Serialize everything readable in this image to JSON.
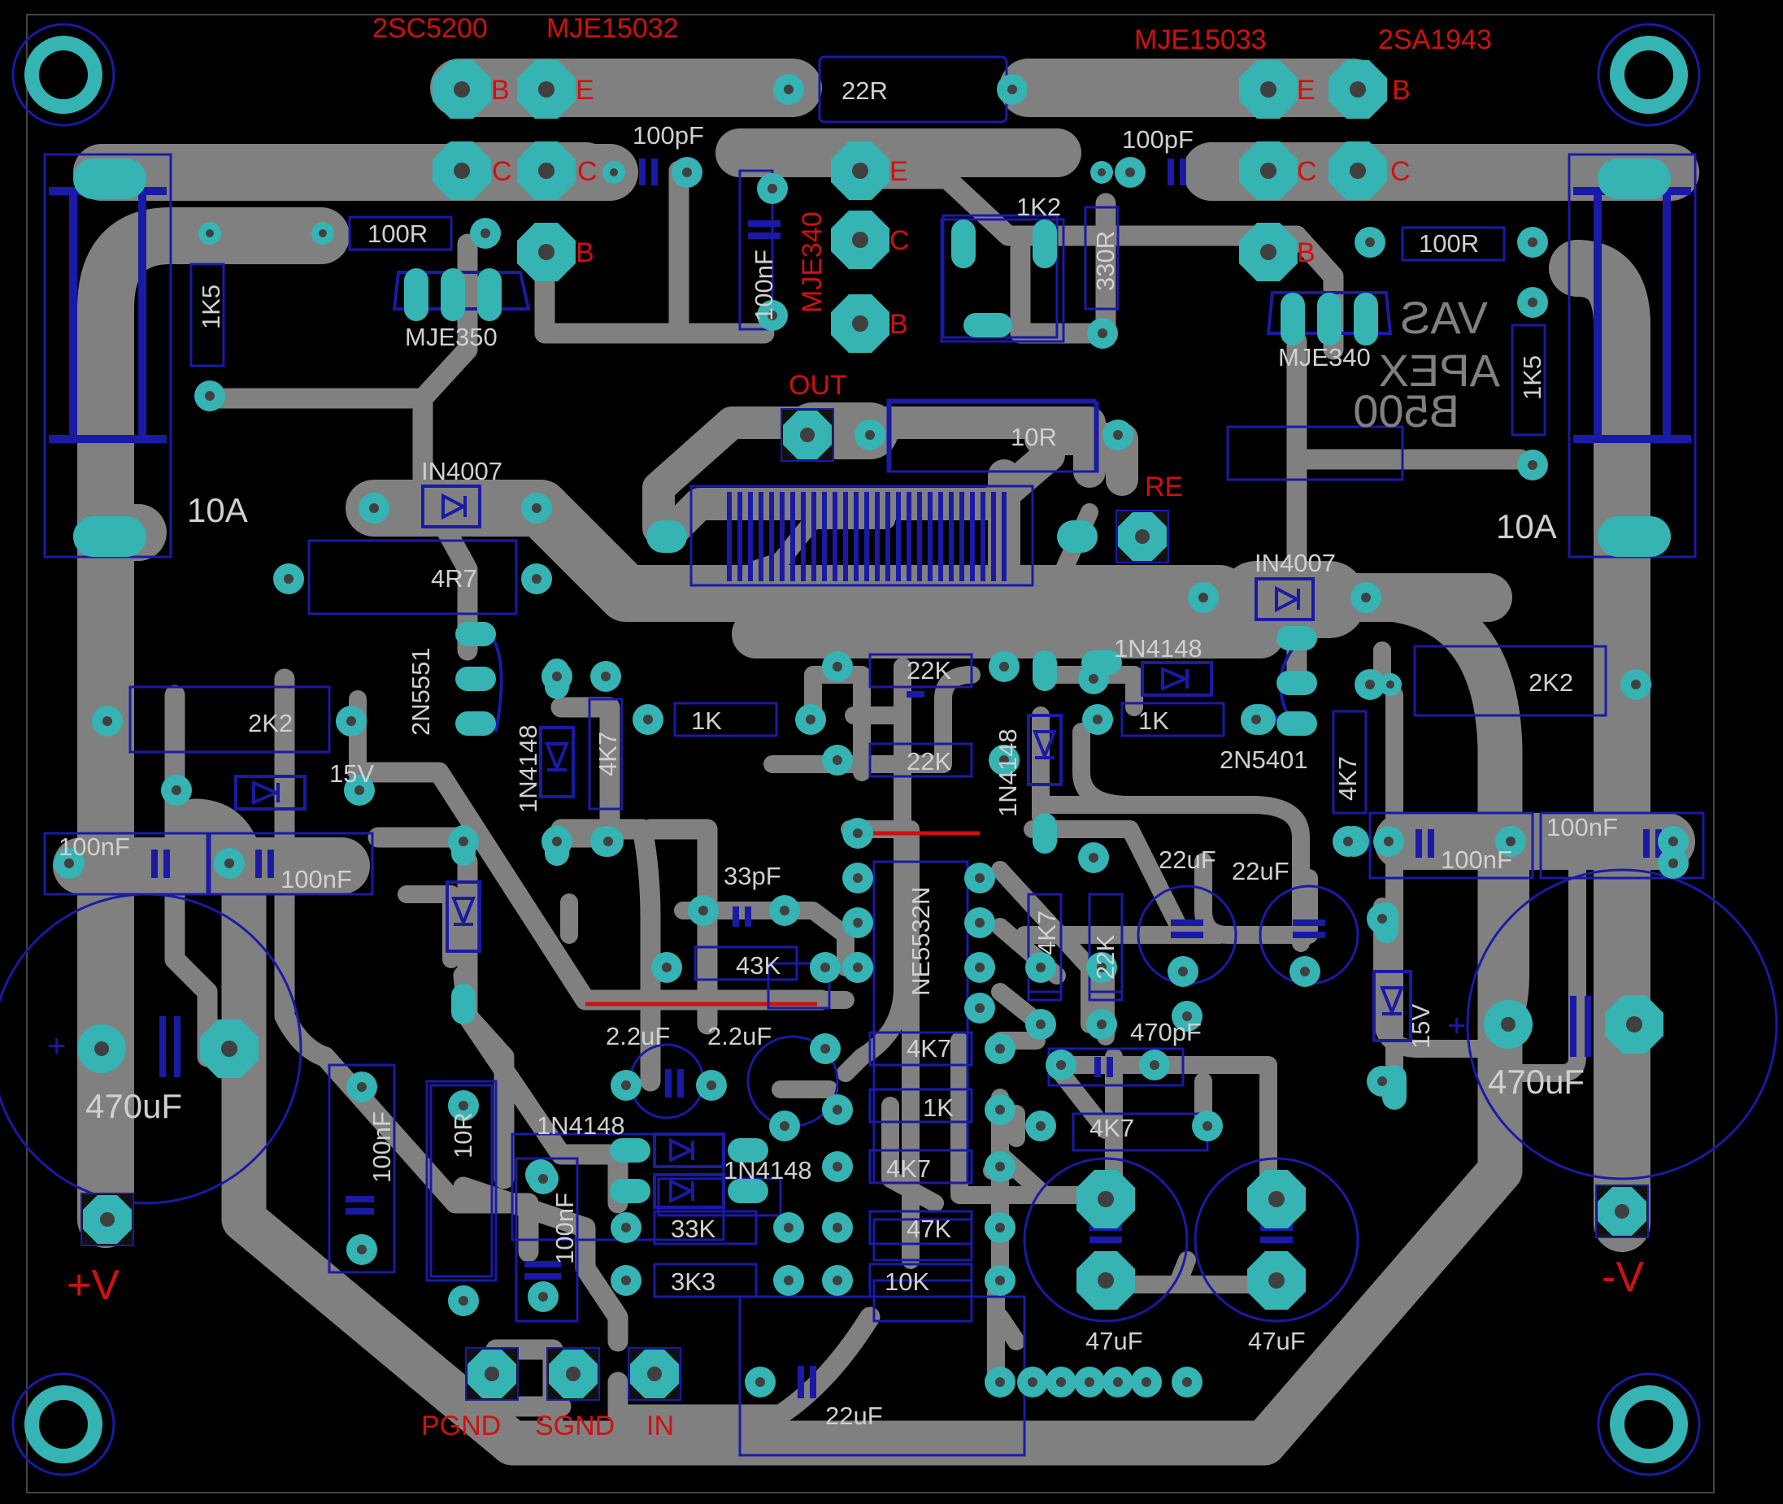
{
  "colors": {
    "background": "#000000",
    "trace": "#808080",
    "pad": "#36b3b3",
    "outline": "#1a1aa6",
    "silk": "#d0d0d0",
    "red": "#d01010"
  },
  "labels": {
    "q_2sc5200": "2SC5200",
    "q_mje15032": "MJE15032",
    "q_mje15033": "MJE15033",
    "q_2sa1943": "2SA1943",
    "r_22r": "22R",
    "c_100pf": "100pF",
    "r_100r": "100R",
    "r_1k5": "1K5",
    "q_mje350": "MJE350",
    "c_100nf": "100nF",
    "q_mje340": "MJE340",
    "r_1k2": "1K2",
    "r_330r": "330R",
    "vas": "VAS",
    "apex": "APEX",
    "b500": "B500",
    "out": "OUT",
    "r_10r": "10R",
    "re": "RE",
    "fuse_10a": "10A",
    "d_in4007": "IN4007",
    "r_4r7": "4R7",
    "q_2n5551": "2N5551",
    "d_1n4148": "1N4148",
    "r_22k": "22K",
    "r_2k2": "2K2",
    "r_1k": "1K",
    "r_4k7": "4K7",
    "q_2n5401": "2N5401",
    "z_15v": "15V",
    "c_33pf": "33pF",
    "c_22uf": "22uF",
    "ic_ne5532n": "NE5532N",
    "r_43k": "43K",
    "c_2_2uf": "2.2uF",
    "c_470pf": "470pF",
    "c_470uf": "470uF",
    "r_33k": "33K",
    "r_47k": "47K",
    "r_3k3": "3K3",
    "r_10k": "10K",
    "c_47uf": "47uF",
    "pgnd": "PGND",
    "sgnd": "SGND",
    "in": "IN",
    "vplus": "+V",
    "vminus": "-V",
    "pin_b": "B",
    "pin_e": "E",
    "pin_c": "C",
    "plus": "+"
  }
}
